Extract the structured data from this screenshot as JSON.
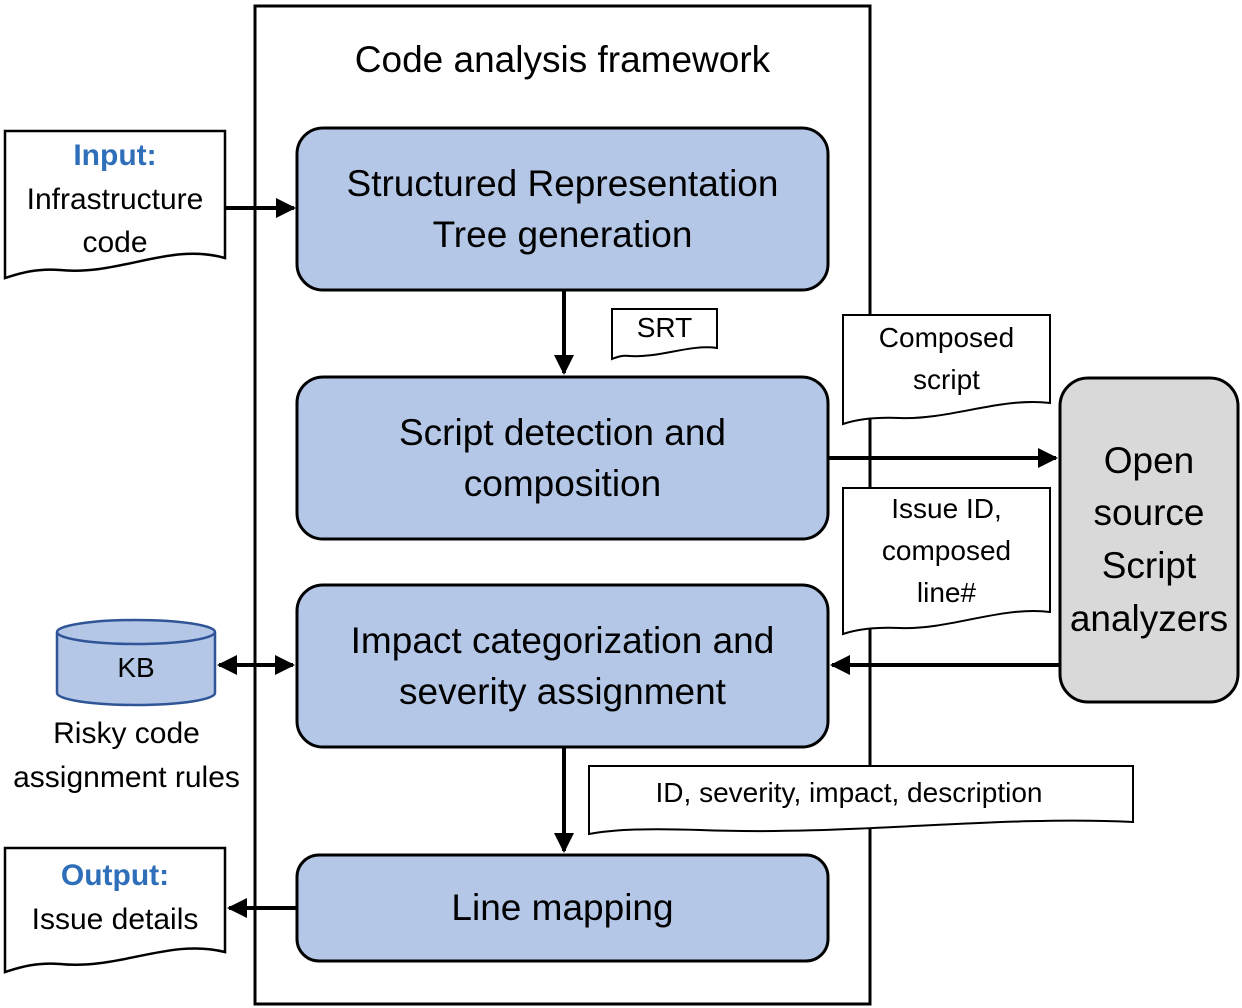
{
  "framework": {
    "title": "Code analysis framework"
  },
  "steps": {
    "srt_generation": "Structured Representation\nTree generation",
    "script_detection": "Script detection and\ncomposition",
    "impact_categorization": "Impact categorization and\nseverity assignment",
    "line_mapping": "Line mapping"
  },
  "input_doc": {
    "heading": "Input:",
    "text": "Infrastructure\ncode"
  },
  "output_doc": {
    "heading": "Output:",
    "text": "Issue details"
  },
  "data_flows": {
    "srt": "SRT",
    "composed_script": "Composed\nscript",
    "issue_info": "Issue ID,\ncomposed\nline#",
    "issue_details_fields": "ID, severity, impact, description"
  },
  "knowledge_base": {
    "label": "KB",
    "caption": "Risky code\nassignment rules"
  },
  "external_tools": {
    "label": "Open\nsource\nScript\nanalyzers"
  },
  "colors": {
    "step_fill": "#b4c7e7",
    "step_stroke": "#000000",
    "analyzer_fill": "#d9d9d9",
    "db_fill": "#b4c7e7",
    "db_stroke": "#2f5597",
    "accent_text": "#2f6fba"
  }
}
